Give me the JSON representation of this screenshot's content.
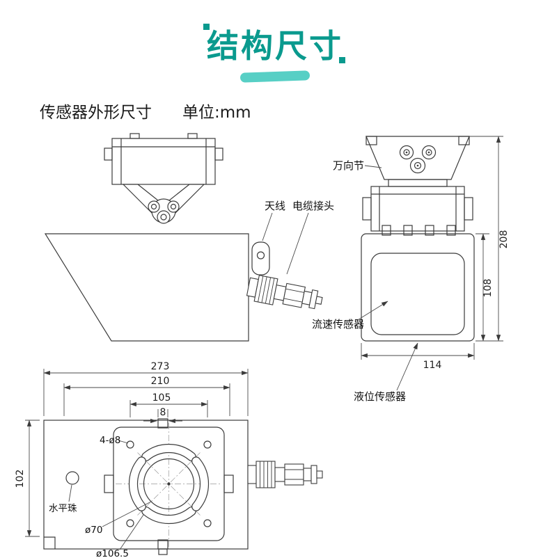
{
  "header": {
    "title": "结构尺寸",
    "subtitle": "传感器外形尺寸",
    "unit": "单位:mm"
  },
  "colors": {
    "accent": "#0a9a8e",
    "accent_light": "#57cfc5",
    "line": "#3b3b3b"
  },
  "labels": {
    "universal_joint": "万向节",
    "antenna": "天线",
    "cable_connector": "电缆接头",
    "flow_sensor": "流速传感器",
    "level_sensor": "液位传感器",
    "level_bead": "水平珠",
    "holes": "4-ø8",
    "circle_inner": "ø70",
    "circle_outer": "ø106.5"
  },
  "dimensions": {
    "total_height": "208",
    "body_height": "108",
    "body_width": "114",
    "overall_width": "273",
    "mount_width": "210",
    "inner_width": "105",
    "tab_width": "8",
    "side_height": "102"
  }
}
